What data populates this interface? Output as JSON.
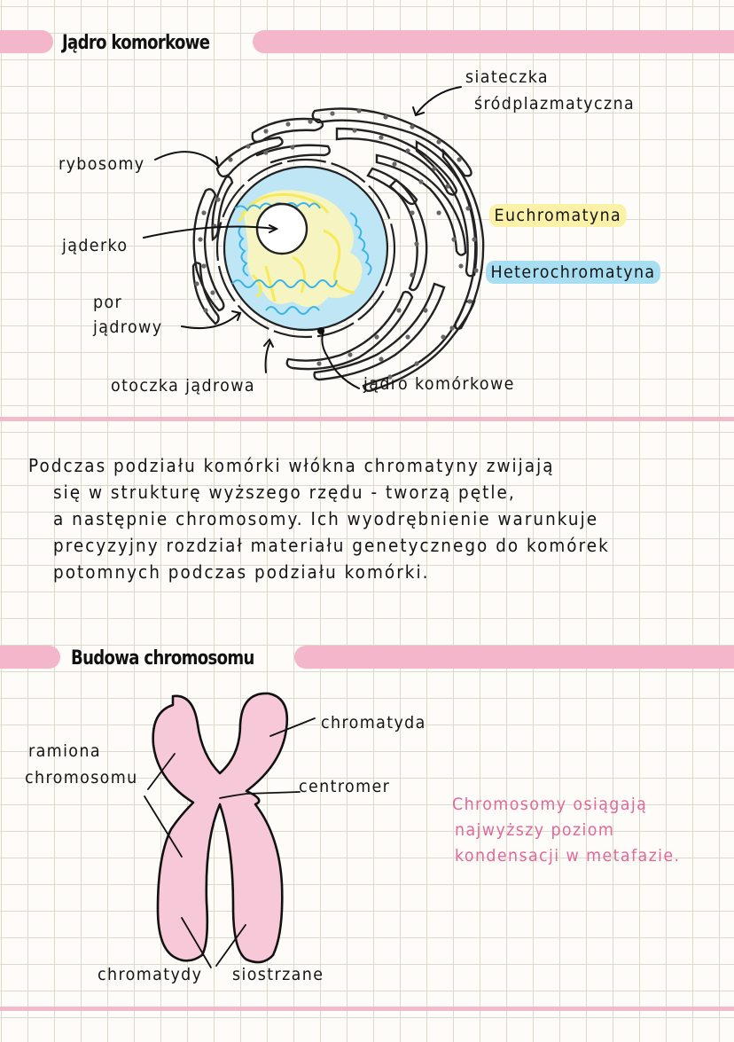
{
  "section1": {
    "title": "Jądro komorkowe",
    "labels": {
      "er": [
        "siateczka",
        "śródplazmatyczna"
      ],
      "ribosomes": "rybosomy",
      "nucleolus": "jąderko",
      "pore": [
        "por",
        "jądrowy"
      ],
      "envelope": "otoczka jądrowa",
      "nucleus": "jądro komórkowe"
    },
    "legend": [
      {
        "label": "Euchromatyna",
        "color": "#fbf2a8"
      },
      {
        "label": "Heterochromatyna",
        "color": "#a8def2"
      }
    ]
  },
  "paragraph": {
    "lines": [
      "Podczas podziału komórki włókna chromatyny zwijają",
      "się w strukturę wyższego rzędu - tworzą pętle,",
      "a następnie chromosomy. Ich wyodrębnienie warunkuje",
      "precyzyjny rozdział materiału genetycznego do komórek",
      "potomnych podczas podziału komórki."
    ]
  },
  "section2": {
    "title": "Budowa chromosomu",
    "labels": {
      "chromatid": "chromatyda",
      "arms": [
        "ramiona",
        "chromosomu"
      ],
      "centromere": "centromer",
      "sister": [
        "chromatydy",
        "siostrzane"
      ]
    },
    "note": [
      "Chromosomy osiągają",
      "najwyższy poziom",
      "kondensacji w metafazie."
    ]
  },
  "colors": {
    "band": "#f4b6cb",
    "chromosome": "#f7c8d8",
    "note": "#e0689a",
    "nucleoplasm": "#bfe6f5",
    "heterochromatin": "#3cb4e6",
    "euchromatin": "#f6ea5a"
  }
}
